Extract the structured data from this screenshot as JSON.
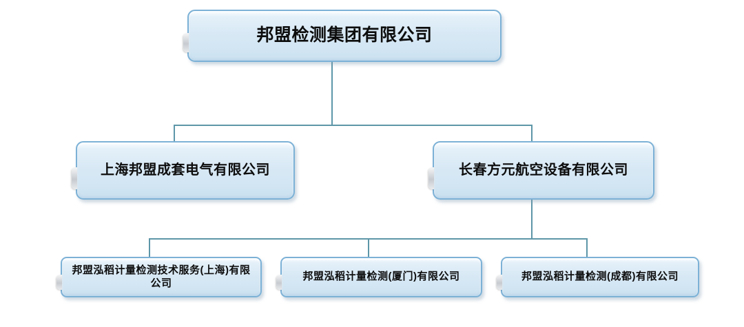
{
  "colors": {
    "background": "#ffffff",
    "box_fill_top": "#e4f0f9",
    "box_fill_bottom": "#cbe1f0",
    "box_border": "#7cb1d6",
    "connector": "#5d96a8",
    "text": "#0d0d0d"
  },
  "org_chart": {
    "type": "organization-chart",
    "root": {
      "label": "邦盟检测集团有限公司",
      "children": [
        {
          "label": "上海邦盟成套电气有限公司",
          "children": []
        },
        {
          "label": "长春方元航空设备有限公司",
          "children": [
            {
              "label": "邦盟泓稻计量检测技术服务(上海)有限公司"
            },
            {
              "label": "邦盟泓稻计量检测(厦门)有限公司"
            },
            {
              "label": "邦盟泓稻计量检测(成都)有限公司"
            }
          ]
        }
      ]
    }
  }
}
